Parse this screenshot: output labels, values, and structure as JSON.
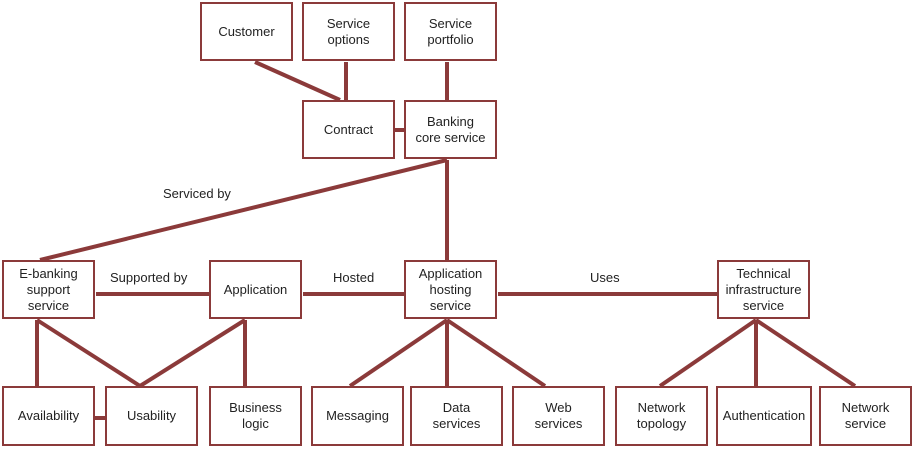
{
  "colors": {
    "line": "#8b3a3a",
    "border": "#8b3a3a",
    "text": "#222222"
  },
  "nodes": {
    "customer": "Customer",
    "service_options": "Service\noptions",
    "service_portfolio": "Service\nportfolio",
    "contract": "Contract",
    "banking_core_service": "Banking\ncore service",
    "ebanking_support_service": "E-banking\nsupport\nservice",
    "application": "Application",
    "application_hosting_service": "Application\nhosting\nservice",
    "technical_infrastructure_service": "Technical\ninfrastructure\nservice",
    "availability": "Availability",
    "usability": "Usability",
    "business_logic": "Business\nlogic",
    "messaging": "Messaging",
    "data_services": "Data\nservices",
    "web_services": "Web\nservices",
    "network_topology": "Network\ntopology",
    "authentication": "Authentication",
    "network_service": "Network\nservice"
  },
  "edge_labels": {
    "serviced_by": "Serviced by",
    "supported_by": "Supported by",
    "hosted": "Hosted",
    "uses": "Uses"
  }
}
